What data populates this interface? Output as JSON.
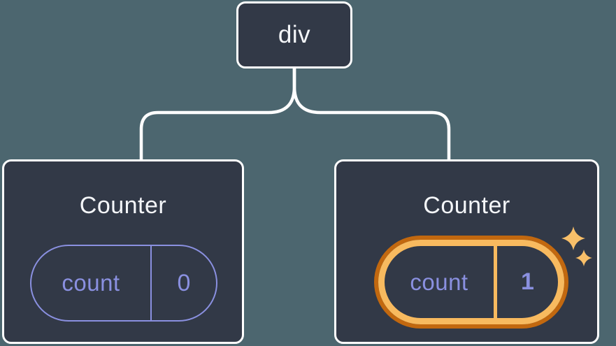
{
  "diagram": {
    "root": {
      "label": "div"
    },
    "children": [
      {
        "title": "Counter",
        "state_key": "count",
        "state_value": "0",
        "highlighted": false
      },
      {
        "title": "Counter",
        "state_key": "count",
        "state_value": "1",
        "highlighted": true
      }
    ]
  },
  "colors": {
    "background": "#4c666f",
    "node_fill": "#323947",
    "node_border": "#ffffff",
    "connector": "#ffffff",
    "state_purple": "#8a90e0",
    "highlight_orange_light": "#f8ba5f",
    "highlight_orange_dark": "#c2680f",
    "sparkle": "#f8bf69",
    "text": "#f4f6f9"
  },
  "icons": {
    "sparkles": "four-pointed-star-pair"
  }
}
